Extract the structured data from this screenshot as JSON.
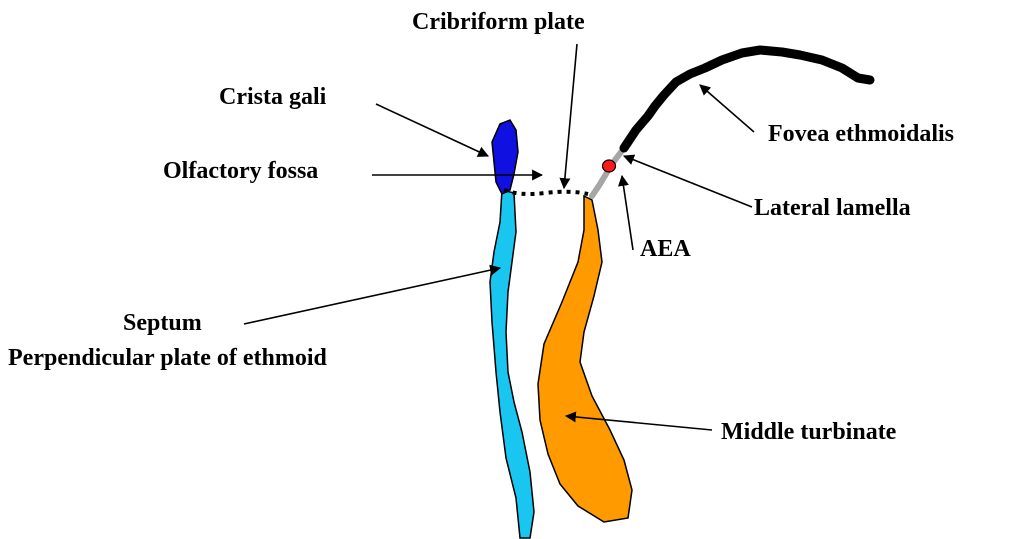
{
  "labels": {
    "cribriform_plate": "Cribriform plate",
    "crista_gali": "Crista gali",
    "olfactory_fossa": "Olfactory fossa",
    "fovea_ethmoidalis": "Fovea ethmoidalis",
    "lateral_lamella": "Lateral lamella",
    "aea": "AEA",
    "septum": "Septum",
    "perpendicular_plate": "Perpendicular plate of ethmoid",
    "middle_turbinate": "Middle turbinate"
  },
  "colors": {
    "crista_gali": "#1010e0",
    "septum": "#19c6f0",
    "middle_turbinate": "#ff9a00",
    "lateral_lamella": "#a6a6a6",
    "fovea_ethmoidalis": "#000000",
    "aea_marker": "#ff1a1a",
    "outline": "#000000"
  }
}
